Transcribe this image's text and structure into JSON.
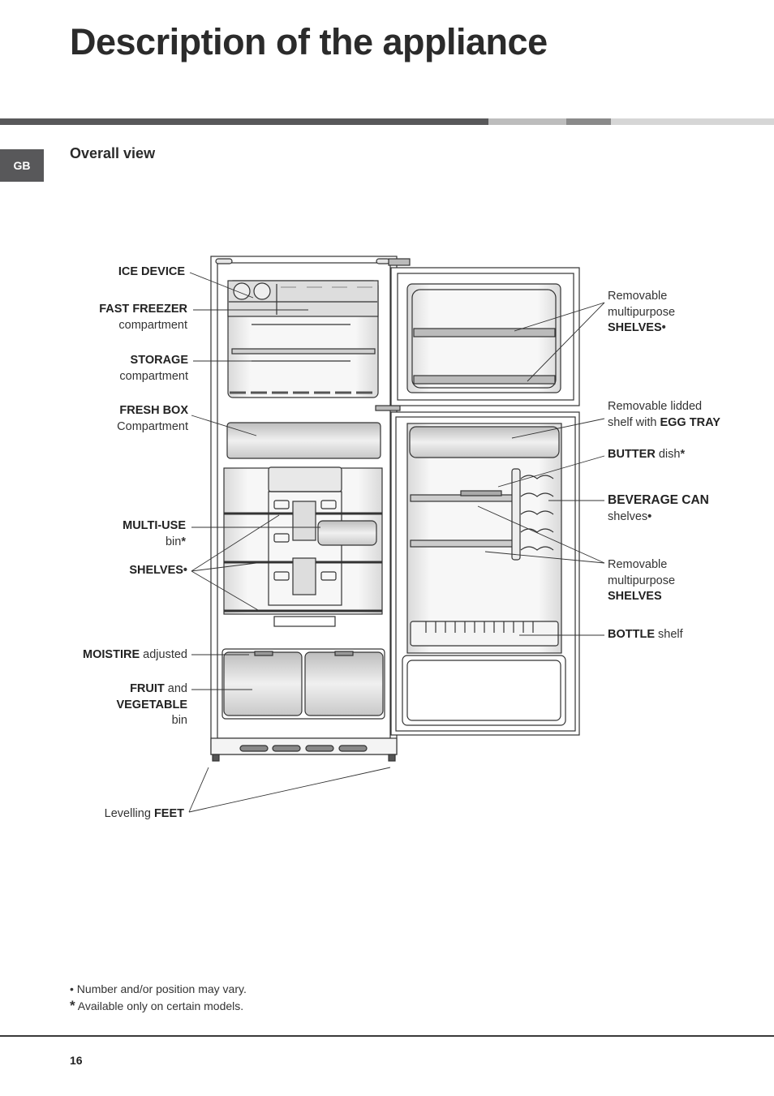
{
  "header": {
    "title": "Description of the appliance",
    "language": "GB"
  },
  "section": {
    "title": "Overall view"
  },
  "labels": {
    "ice_device": {
      "bold": "ICE DEVICE"
    },
    "fast_freezer": {
      "bold": "FAST FREEZER",
      "sub": "compartment"
    },
    "storage": {
      "bold": "STORAGE",
      "sub": "compartment"
    },
    "fresh_box": {
      "bold": "FRESH BOX",
      "sub": "Compartment"
    },
    "multi_use": {
      "bold": "MULTI-USE",
      "sub": "bin",
      "mark": "*"
    },
    "shelves_left": {
      "bold": "SHELVES",
      "mark": "•"
    },
    "moisture": {
      "bold": "MOISTIRE",
      "rest": " adjusted"
    },
    "fruit": {
      "bold1": "FRUIT",
      "rest1": " and",
      "bold2": "VEGETABLE",
      "sub": "bin"
    },
    "feet": {
      "pre": "Levelling ",
      "bold": "FEET"
    },
    "door_shelves": {
      "line1": "Removable",
      "line2": "multipurpose",
      "bold": "SHELVES",
      "mark": "•"
    },
    "egg_tray": {
      "line1": "Removable lidded",
      "line2": "shelf with ",
      "bold": "EGG TRAY"
    },
    "butter": {
      "bold": "BUTTER",
      "rest": " dish",
      "mark": "*"
    },
    "beverage": {
      "bold": "BEVERAGE CAN",
      "sub": "shelves",
      "mark": "•"
    },
    "shelves_right": {
      "line1": "Removable",
      "line2": "multipurpose",
      "bold": "SHELVES"
    },
    "bottle": {
      "bold": "BOTTLE",
      "rest": " shelf"
    }
  },
  "footnotes": [
    {
      "symbol": "•",
      "text": " Number and/or position may vary."
    },
    {
      "symbol": "*",
      "text": " Available only on certain models."
    }
  ],
  "page": {
    "number": "16"
  },
  "colors": {
    "rule_dark": "#58585a",
    "rule_light": "#bdbdbd",
    "tab": "#58585a"
  }
}
